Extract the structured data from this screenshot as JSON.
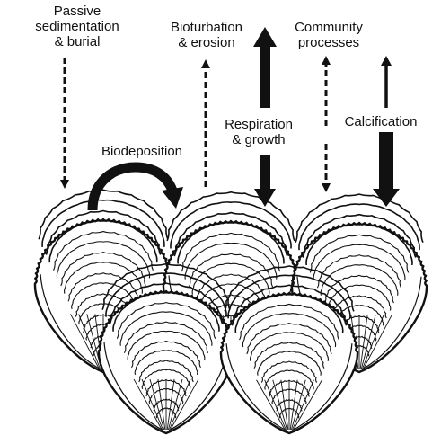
{
  "labels": {
    "passive": [
      "Passive",
      "sedimentation",
      "& burial"
    ],
    "bioturbation": [
      "Bioturbation",
      "& erosion"
    ],
    "community": [
      "Community",
      "processes"
    ],
    "respiration": [
      "Respiration",
      "& growth"
    ],
    "calcification": [
      "Calcification"
    ],
    "biodeposition": [
      "Biodeposition"
    ]
  },
  "colors": {
    "ink": "#111111",
    "shell_fill": "#ffffff",
    "background": "#ffffff"
  },
  "oysters": {
    "count": 5,
    "arrangement": "3 in back row, 2 in front row"
  }
}
